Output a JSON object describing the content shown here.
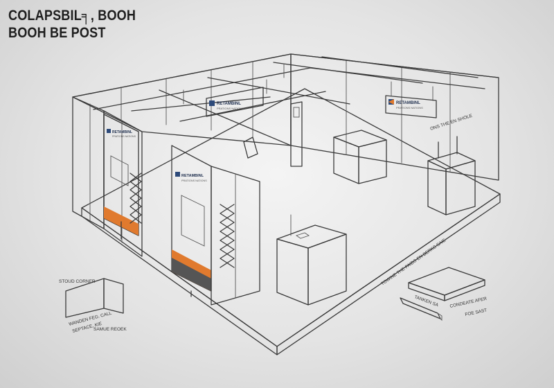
{
  "title": {
    "line1": "COLAPSBIL╕, BOOH",
    "line2": "BOOH BE POST"
  },
  "signs": {
    "banner_left": {
      "name": "RETAMBINL",
      "sub": "PRATIONS NATIONS"
    },
    "banner_mid": {
      "name": "RETAMBINL",
      "sub": "PRATIONS NATIONS"
    },
    "header_left": {
      "name": "RETAMBINL",
      "sub": "PRATIONS NATIONS"
    },
    "header_right": {
      "name": "RETAMBINL",
      "sub": "PRATIONS NATIONS"
    }
  },
  "notes": {
    "back_wall": "ONS THE EN SHOLE",
    "floor_edge": "TOWINE THE FAIDS EN BERKS SAIE",
    "corner_label": "STOUD CORNER",
    "corner_sub1": "WANDEN FEG. CALL",
    "corner_sub2": "SEPTACE, KIE",
    "corner_sub3": "SAMUE REOEK",
    "panel_label1": "TANKEN  SA",
    "panel_label2": "CONDEATE AFER",
    "panel_label3": "FOE SAST"
  },
  "colors": {
    "accent_orange": "#e07a2e",
    "sign_blue": "#2d4a7a",
    "panel_fill": "#f7f7f7",
    "stroke": "#3a3a3a"
  }
}
